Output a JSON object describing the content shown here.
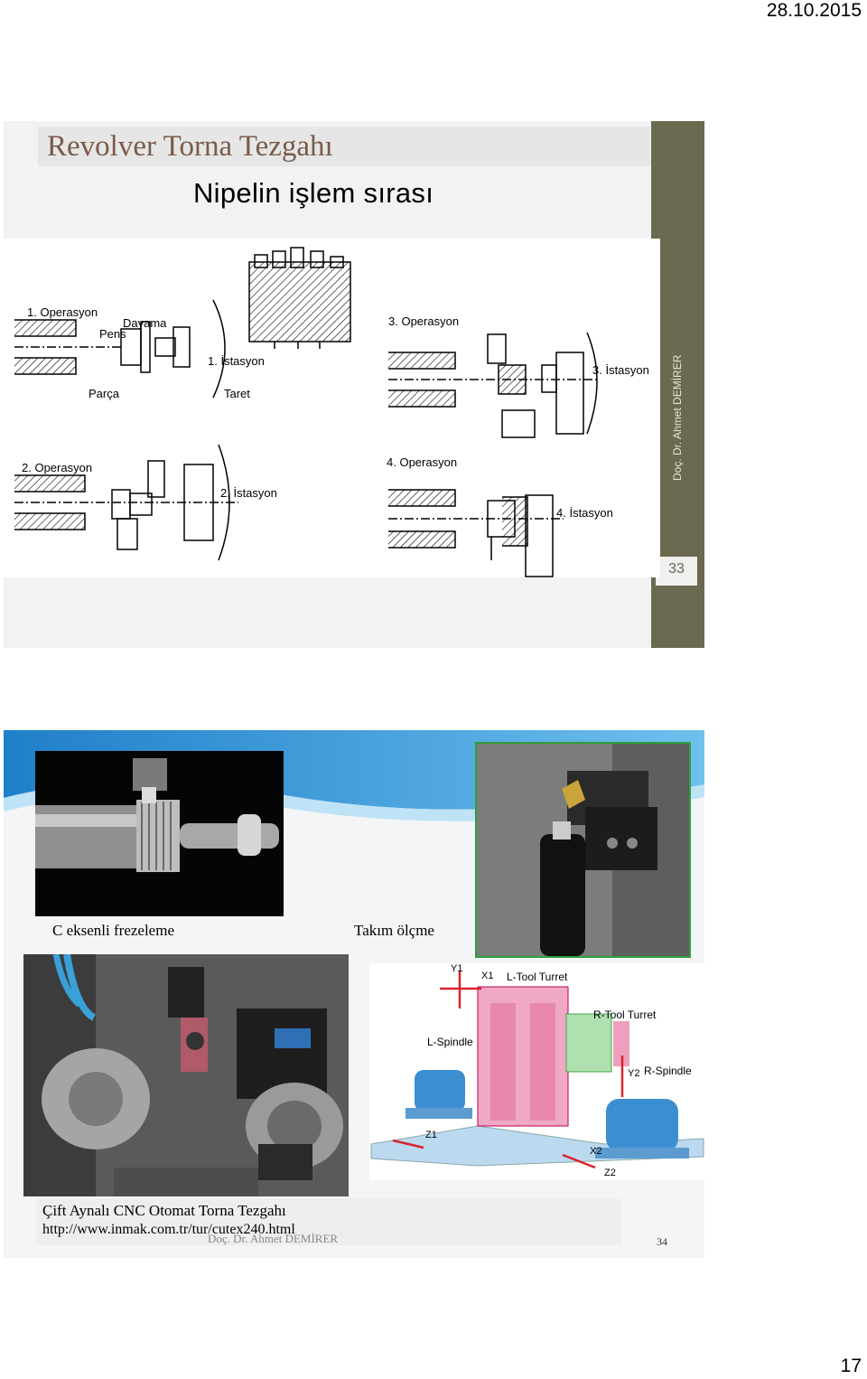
{
  "header": {
    "date": "28.10.2015"
  },
  "footer": {
    "page_number": "17"
  },
  "slide1": {
    "title": "Revolver Torna Tezgahı",
    "heading": "Nipelin işlem sırası",
    "sidebar_author": "Doç. Dr. Ahmet DEMİRER",
    "slide_number": "33",
    "labels": {
      "op1": "1. Operasyon",
      "pens": "Pens",
      "dayama": "Dayama",
      "istasyon1": "1. İstasyon",
      "parca": "Parça",
      "taret": "Taret",
      "op2": "2. Operasyon",
      "istasyon2": "2. İstasyon",
      "op3": "3. Operasyon",
      "istasyon3": "3. İstasyon",
      "op4": "4. Operasyon",
      "istasyon4": "4. İstasyon"
    }
  },
  "slide2": {
    "caption_left": "C eksenli frezeleme",
    "caption_right": "Takım ölçme",
    "diagram_labels": {
      "y1": "Y1",
      "x1": "X1",
      "l_tool_turret": "L-Tool Turret",
      "r_tool_turret": "R-Tool Turret",
      "l_spindle": "L-Spindle",
      "y2": "Y2",
      "r_spindle": "R-Spindle",
      "z1": "Z1",
      "x2": "X2",
      "z2": "Z2"
    },
    "bottom_caption": "Çift Aynalı CNC Otomat Torna Tezgahı",
    "url": "http://www.inmak.com.tr/tur/cutex240.html",
    "author": "Doç. Dr. Ahmet DEMİRER",
    "slide_number": "34"
  }
}
